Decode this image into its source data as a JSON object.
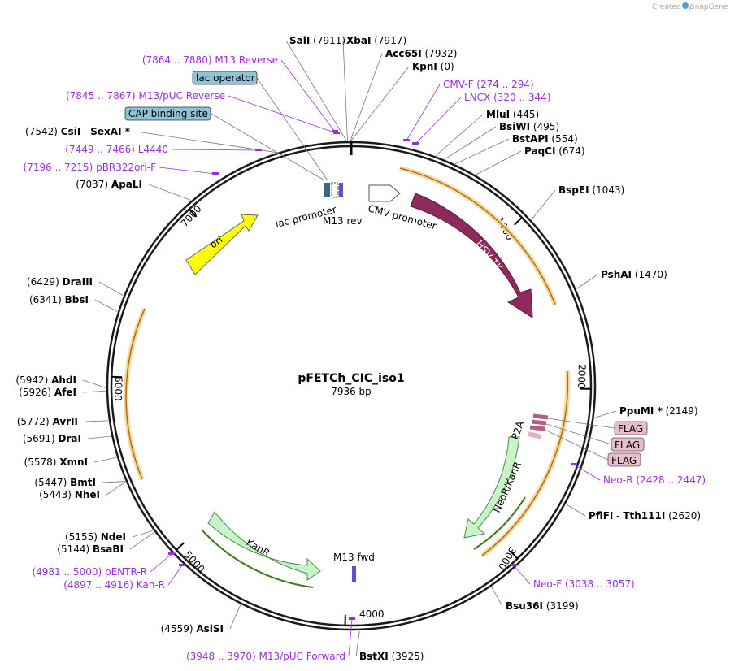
{
  "credit": "Created by",
  "brand": "SnapGene",
  "plasmid": {
    "name": "pFETCh_CIC_iso1",
    "length_label": "7936 bp"
  },
  "ticks": [
    "1000",
    "2000",
    "3000",
    "4000",
    "5000",
    "6000",
    "7000"
  ],
  "enzymes": [
    {
      "name": "SalI",
      "pos": "(7911)"
    },
    {
      "name": "XbaI",
      "pos": "(7917)"
    },
    {
      "name": "Acc65I",
      "pos": "(7932)"
    },
    {
      "name": "KpnI",
      "pos": "(0)"
    },
    {
      "name": "MluI",
      "pos": "(445)"
    },
    {
      "name": "BsiWI",
      "pos": "(495)"
    },
    {
      "name": "BstAPI",
      "pos": "(554)"
    },
    {
      "name": "PaqCI",
      "pos": "(674)"
    },
    {
      "name": "BspEI",
      "pos": "(1043)"
    },
    {
      "name": "PshAI",
      "pos": "(1470)"
    },
    {
      "name": "PpuMI *",
      "pos": "(2149)"
    },
    {
      "name": "PflFI",
      "name2": "Tth111I",
      "pos": "(2620)"
    },
    {
      "name": "Bsu36I",
      "pos": "(3199)"
    },
    {
      "name": "BstXI",
      "pos": "(3925)"
    },
    {
      "name": "AsiSI",
      "pos": "(4559)"
    },
    {
      "name": "BsaBI",
      "pos": "(5144)"
    },
    {
      "name": "NdeI",
      "pos": "(5155)"
    },
    {
      "name": "NheI",
      "pos": "(5443)"
    },
    {
      "name": "BmtI",
      "pos": "(5447)"
    },
    {
      "name": "XmnI",
      "pos": "(5578)"
    },
    {
      "name": "DraI",
      "pos": "(5691)"
    },
    {
      "name": "AvrII",
      "pos": "(5772)"
    },
    {
      "name": "AfeI",
      "pos": "(5926)"
    },
    {
      "name": "AhdI",
      "pos": "(5942)"
    },
    {
      "name": "BbsI",
      "pos": "(6341)"
    },
    {
      "name": "DraIII",
      "pos": "(6429)"
    },
    {
      "name": "ApaLI",
      "pos": "(7037)"
    },
    {
      "name": "CsiI",
      "name2": "SexAI *",
      "pos": "(7542)"
    }
  ],
  "primers": [
    {
      "name": "M13 Reverse",
      "range": "(7864 .. 7880)"
    },
    {
      "name": "M13/pUC Reverse",
      "range": "(7845 .. 7867)"
    },
    {
      "name": "L4440",
      "range": "(7449 .. 7466)"
    },
    {
      "name": "pBR322ori-F",
      "range": "(7196 .. 7215)"
    },
    {
      "name": "CMV-F",
      "range": "(274 .. 294)"
    },
    {
      "name": "LNCX",
      "range": "(320 .. 344)"
    },
    {
      "name": "Neo-R",
      "range": "(2428 .. 2447)"
    },
    {
      "name": "Neo-F",
      "range": "(3038 .. 3057)"
    },
    {
      "name": "M13/pUC Forward",
      "range": "(3948 .. 3970)"
    },
    {
      "name": "pENTR-R",
      "range": "(4981 .. 5000)"
    },
    {
      "name": "Kan-R",
      "range": "(4897 .. 4916)"
    }
  ],
  "features": {
    "lac_operator": "lac operator",
    "cap_binding_site": "CAP binding site",
    "lac_promoter": "lac promoter",
    "m13_rev": "M13 rev",
    "cmv_promoter": "CMV promoter",
    "hsv_tk": "HSV TK",
    "p2a": "P2A",
    "flag": "FLAG",
    "neor_kanr": "NeoR/KanR",
    "kanr": "KanR",
    "m13_fwd": "M13 fwd",
    "ori": "ori"
  },
  "colors": {
    "backbone": "#1a1a1a",
    "primer": "#9b30d9",
    "hsv_tk": "#8e2a5e",
    "neo": "#c8f5c8",
    "ori": "#ffff00",
    "orf": "#f0b040",
    "lac_operator": "#8fc3d6",
    "flag": "#e8bcc9"
  }
}
